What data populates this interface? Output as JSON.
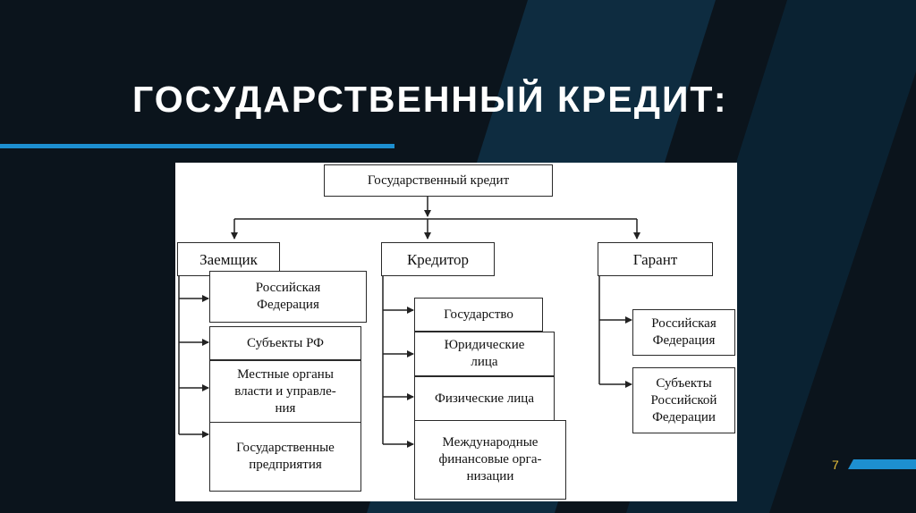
{
  "slide": {
    "title": "ГОСУДАРСТВЕННЫЙ КРЕДИТ:",
    "page_number": "7"
  },
  "diagram": {
    "root": "Государственный кредит",
    "borrower": {
      "label": "Заемщик",
      "items": [
        "Российская\nФедерация",
        "Субъекты РФ",
        "Местные органы\nвласти и управле-\nния",
        "Государственные\nпредприятия"
      ]
    },
    "creditor": {
      "label": "Кредитор",
      "items": [
        "Государство",
        "Юридические\nлица",
        "Физические лица",
        "Международные\nфинансовые орга-\nнизации"
      ]
    },
    "guarantor": {
      "label": "Гарант",
      "items": [
        "Российская\nФедерация",
        "Субъекты\nРоссийской\nФедерации"
      ]
    }
  },
  "colors": {
    "background": "#0b141c",
    "stripe": "#0e2c40",
    "accent": "#1d8fd0",
    "title": "#ffffff",
    "page_number": "#e8c03a"
  }
}
